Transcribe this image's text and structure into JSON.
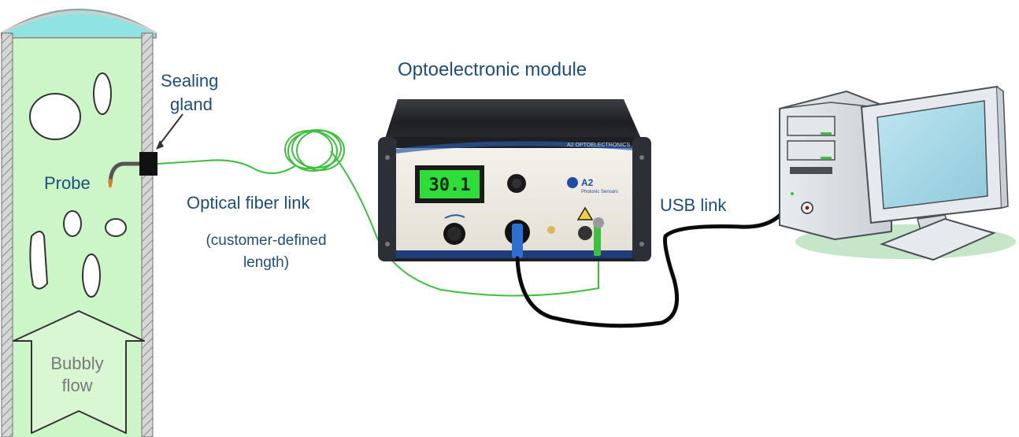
{
  "labels": {
    "sealing_gland_line1": "Sealing",
    "sealing_gland_line2": "gland",
    "probe": "Probe",
    "optical_fiber_link": "Optical fiber link",
    "customer_defined_line1": "(customer-defined",
    "customer_defined_line2": "length)",
    "optoelectronic_module": "Optoelectronic module",
    "usb_link": "USB link",
    "bubbly_flow_line1": "Bubbly",
    "bubbly_flow_line2": "flow"
  },
  "device": {
    "display_value": "30.1",
    "brand": "A2",
    "brand_sub": "Photonic Sensors",
    "top_strip": "A2 OPTOELECTRONICS"
  },
  "colors": {
    "liquid": "#ccf5c8",
    "liquid_top": "#8fe3e0",
    "wall_gray": "#bdbdbd",
    "fiber_green": "#3fbf3f",
    "label_blue": "#1f4e79",
    "usb_black": "#0a0a0a"
  }
}
